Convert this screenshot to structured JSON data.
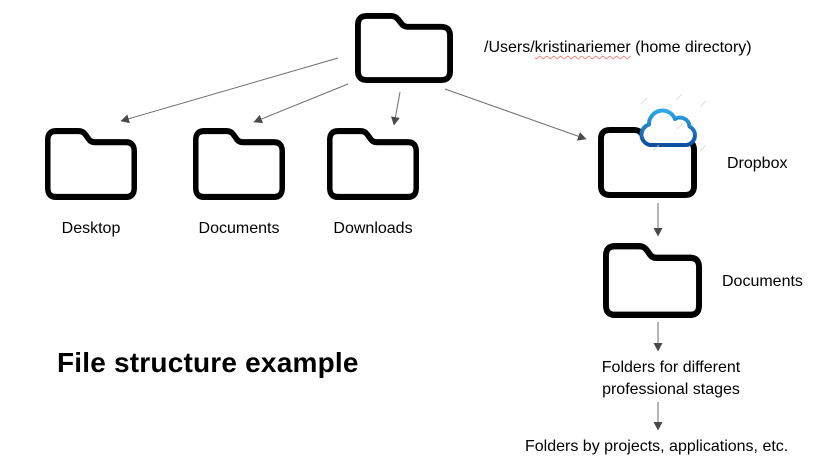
{
  "title": "File structure example",
  "home_label": {
    "prefix": "/Users/",
    "username": "kristinariemer",
    "suffix": " (home directory)"
  },
  "level1_folders": [
    {
      "label": "Desktop"
    },
    {
      "label": "Documents"
    },
    {
      "label": "Downloads"
    }
  ],
  "dropbox": {
    "label": "Dropbox"
  },
  "dropbox_documents": {
    "label": "Documents"
  },
  "notes": {
    "stages_line1": "Folders for different",
    "stages_line2": "professional stages",
    "projects": "Folders by projects, applications, etc."
  },
  "icons": {
    "folder": "folder-icon",
    "cloud": "dropbox-cloud-icon",
    "arrow": "arrow-connector"
  },
  "colors": {
    "background": "#ffffff",
    "text": "#000000",
    "folder_stroke": "#000000",
    "arrow_line": "#6e6e6e",
    "arrow_head": "#4a4a4a",
    "squiggle": "#f08a7e",
    "cloud_gradient_top": "#2fa9e8",
    "cloud_gradient_bottom": "#0e4f9f",
    "cloud_fill": "#ffffff"
  }
}
